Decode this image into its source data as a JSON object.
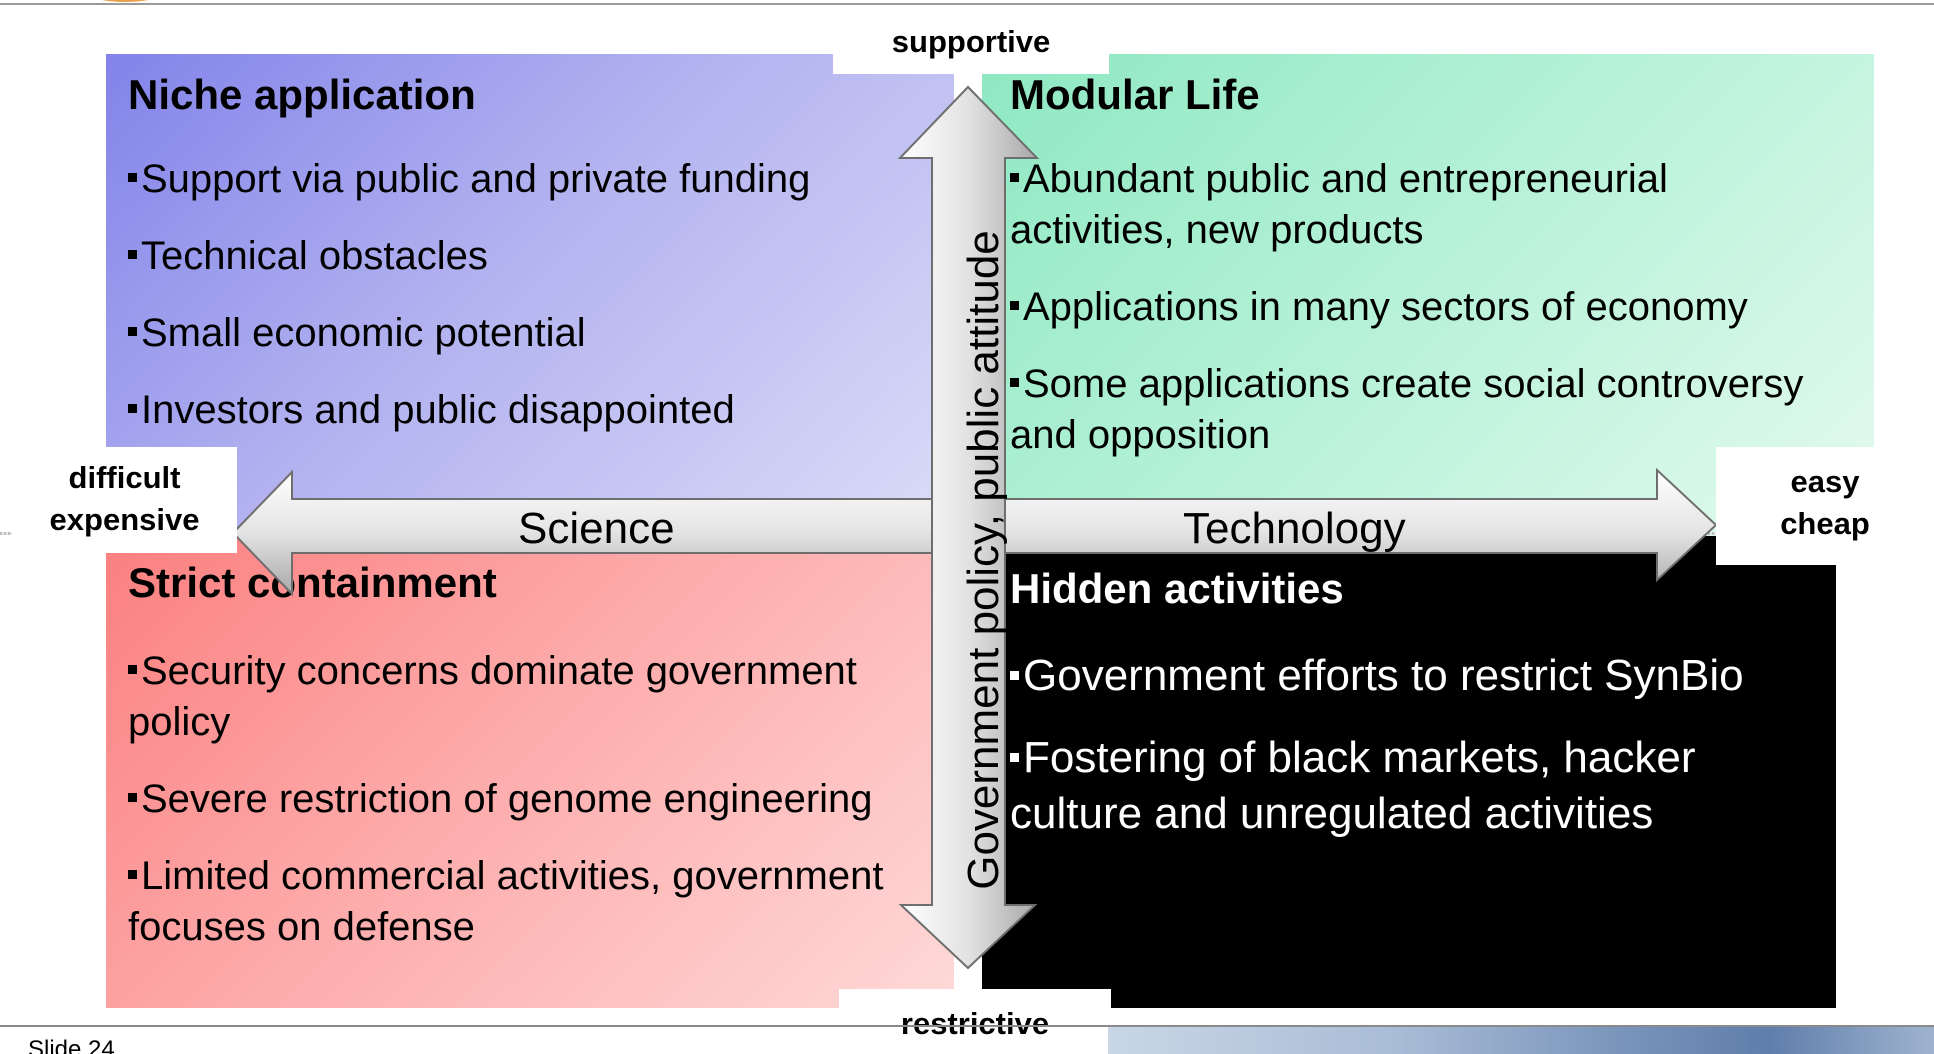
{
  "quadrants": {
    "top_left": {
      "title": "Niche application",
      "items": [
        "Support via public and private funding",
        "Technical obstacles",
        "Small economic potential",
        "Investors and public disappointed"
      ],
      "color": "#8383ea"
    },
    "top_right": {
      "title": "Modular Life",
      "items": [
        "Abundant public and entrepreneurial activities, new products",
        "Applications in many sectors of economy",
        "Some applications create social controversy and opposition"
      ],
      "color": "#8ee8c2"
    },
    "bottom_left": {
      "title": "Strict containment",
      "items": [
        "Security concerns dominate government policy",
        "Severe restriction of genome engineering",
        "Limited commercial activities, government focuses on defense"
      ],
      "color": "#fb7f7f"
    },
    "bottom_right": {
      "title": "Hidden activities",
      "items": [
        "Government efforts to restrict SynBio",
        "Fostering of black markets, hacker culture and unregulated activities"
      ],
      "color": "#000000"
    }
  },
  "axes": {
    "horizontal": {
      "left_label": "Science",
      "right_label": "Technology",
      "left_pole": [
        "difficult",
        "expensive"
      ],
      "right_pole": [
        "easy",
        "cheap"
      ]
    },
    "vertical": {
      "label": "Government policy, public attitude",
      "top_pole": "supportive",
      "bottom_pole": "restrictive"
    },
    "arrow_color": "#c8c8c8"
  },
  "footer": {
    "slide_number": "Slide 24"
  }
}
